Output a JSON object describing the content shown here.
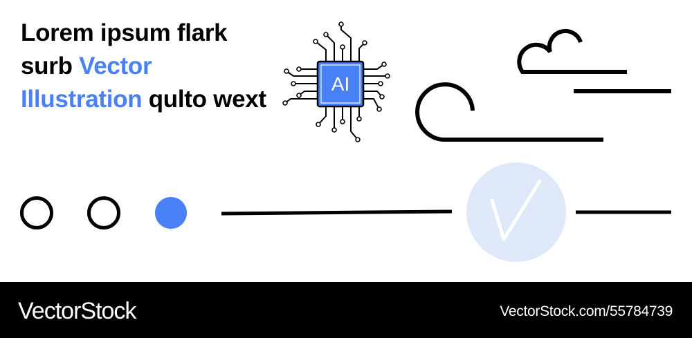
{
  "headline": {
    "part1": "Lorem ipsum flark surb ",
    "accent": "Vector Illustration",
    "part2": " qulto wext"
  },
  "chip": {
    "label": "AI"
  },
  "progress_dots": {
    "total": 3,
    "active_index": 2
  },
  "footer": {
    "brand": "VectorStock",
    "image_id": "VectorStock.com/55784739"
  },
  "colors": {
    "accent": "#4a80f5",
    "check_circle": "#dfe8f9",
    "text": "#000000",
    "footer_bg": "#000000",
    "footer_text": "#ffffff"
  },
  "icons": [
    "ai-chip-icon",
    "cloud-icon",
    "checkmark-icon"
  ]
}
